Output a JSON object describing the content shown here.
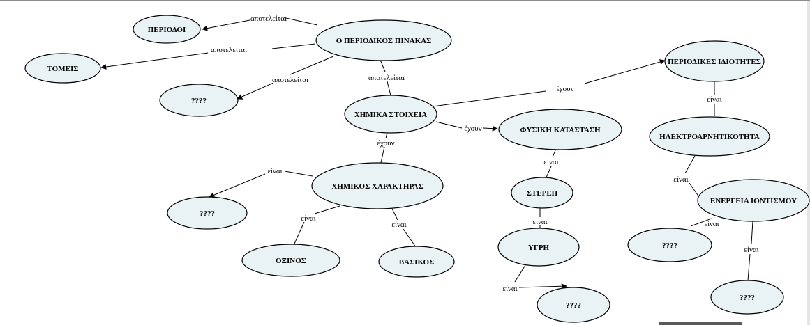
{
  "nodes": {
    "periodic_table": "Ο ΠΕΡΙΟΔΙΚΟΣ ΠΙΝΑΚΑΣ",
    "periods": "ΠΕΡΙΟΔΟΙ",
    "sectors": "ΤΟΜΕΙΣ",
    "unknown_1": "????",
    "chemical_elements": "ΧΗΜΙΚΑ ΣΤΟΙΧΕΙΑ",
    "periodic_properties": "ΠΕΡΙΟΔΙΚΕΣ ΙΔΙΟΤΗΤΕΣ",
    "physical_state": "ΦΥΣΙΚΗ ΚΑΤΑΣΤΑΣΗ",
    "electronegativity": "ΗΛΕΚΤΡΟΑΡΝΗΤΙΚΟΤΗΤΑ",
    "chemical_character": "ΧΗΜΙΚΟΣ ΧΑΡΑΚΤΗΡΑΣ",
    "solid": "ΣΤΕΡΕΗ",
    "ionization_energy": "ΕΝΕΡΓΕΙΑ ΙΟΝΤΙΣΜΟΥ",
    "unknown_2": "????",
    "liquid": "ΥΓΡΗ",
    "unknown_3": "????",
    "acidic": "ΟΞΙΝΟΣ",
    "basic": "ΒΑΣΙΚΟΣ",
    "unknown_4": "????",
    "unknown_5": "????"
  },
  "links": {
    "consists_of": "αποτελείται",
    "have": "έχουν",
    "is": "είναι"
  }
}
